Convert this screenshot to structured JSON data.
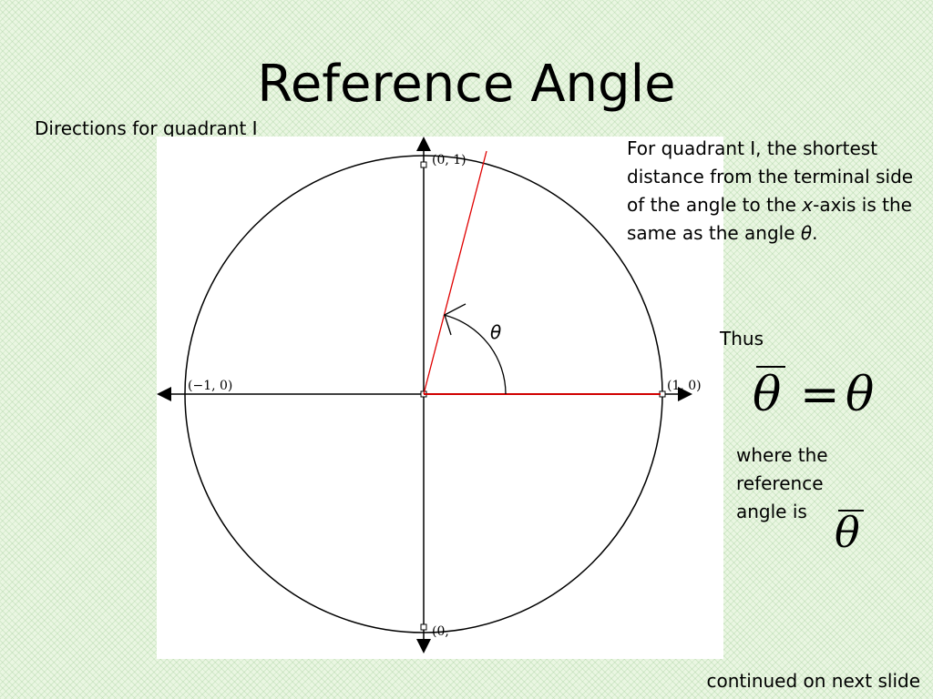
{
  "slide": {
    "title": "Reference Angle",
    "subtitle": "Directions for quadrant I",
    "explanation": {
      "part1": "For quadrant I, the shortest distance from the terminal side of the angle to the ",
      "x_italic": "x",
      "part2": "-axis is the same as the angle ",
      "theta": "θ",
      "end": "."
    },
    "thus": "Thus",
    "equation": {
      "lhs": "θ",
      "equals": "=",
      "rhs": "θ"
    },
    "where_text": "where the reference angle is",
    "reference_symbol": "θ",
    "footer": "continued on next slide"
  },
  "figure": {
    "point_labels": {
      "top": "(0, 1)",
      "left": "(−1, 0)",
      "right": "(1, 0)",
      "bottom": "(0,"
    },
    "angle_label": "θ",
    "angle_degrees": 76,
    "colors": {
      "terminal_side": "#e00000",
      "axes": "#000000"
    }
  }
}
